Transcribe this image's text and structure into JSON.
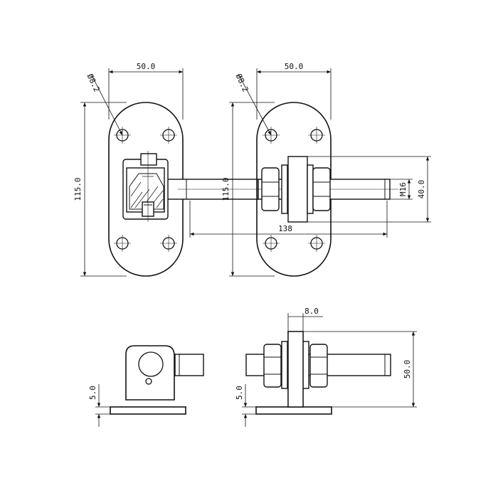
{
  "dimensions": {
    "width_left": "50.0",
    "width_right": "50.0",
    "hole_left": "Ø8.2",
    "hole_right": "Ø8.2",
    "height_left": "115.0",
    "height_right": "115.0",
    "thread": "M16",
    "bolt_span": "40.0",
    "length": "138",
    "plate_thickness": "8.0",
    "side_height": "50.0",
    "base_left": "5.0",
    "base_right": "5.0"
  }
}
